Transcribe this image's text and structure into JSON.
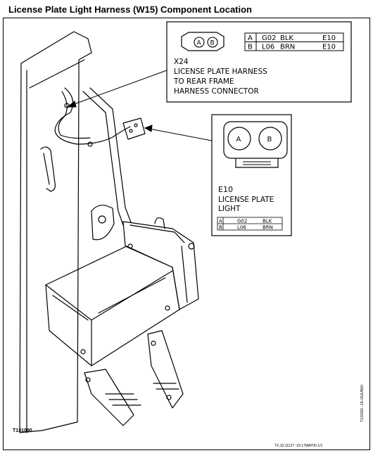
{
  "title": "License Plate Light Harness (W15) Component Location",
  "x24": {
    "connector_id": "X24",
    "description": [
      "LICENSE PLATE HARNESS",
      "TO REAR FRAME",
      "HARNESS CONNECTOR"
    ],
    "pins": [
      {
        "pin": "A",
        "wire": "G02",
        "color": "BLK",
        "to": "E10"
      },
      {
        "pin": "B",
        "wire": "L06",
        "color": "BRN",
        "to": "E10"
      }
    ],
    "pin_labels": [
      "A",
      "B"
    ]
  },
  "e10": {
    "component_id": "E10",
    "description": [
      "LICENSE PLATE",
      "LIGHT"
    ],
    "pins": [
      {
        "pin": "A",
        "wire": "G02",
        "color": "BLK"
      },
      {
        "pin": "B",
        "wire": "L06",
        "color": "BRN"
      }
    ],
    "pin_labels": [
      "A",
      "B"
    ]
  },
  "figure_number": "T131090",
  "reference_code": "TX,10,11127 -19-17MAY00-1/1",
  "side_code": "T131090 –19–05JUN00"
}
